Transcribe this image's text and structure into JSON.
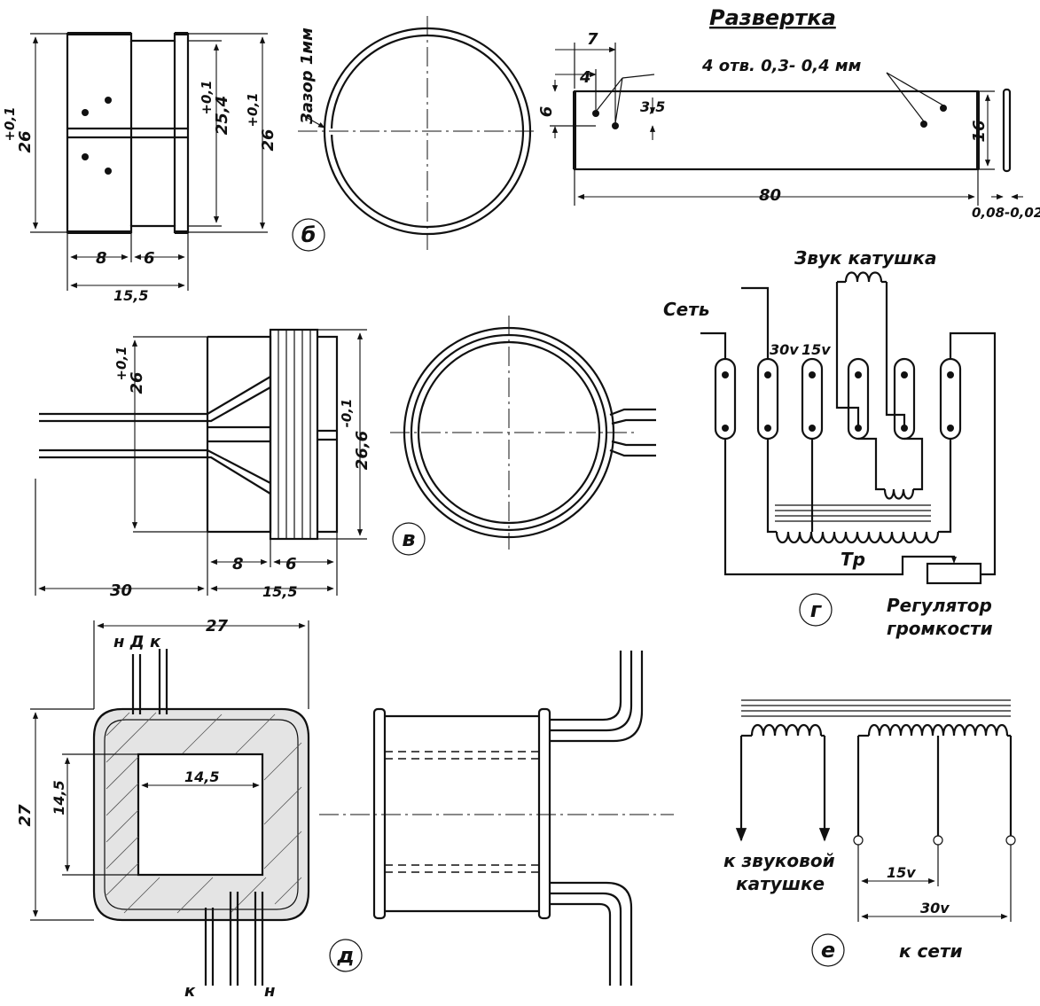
{
  "fig_b": {
    "label": "б",
    "dim_26_left": "26",
    "dim_26_left_tol": "+0,1",
    "dim_254": "25,4",
    "dim_254_tol": "+0,1",
    "dim_26_right": "26",
    "dim_26_right_tol": "+0,1",
    "dim_8": "8",
    "dim_6": "6",
    "dim_155": "15,5",
    "gap": "Зазор 1мм"
  },
  "razvertka": {
    "title": "Развертка",
    "holes": "4 отв. 0,3- 0,4 мм",
    "dim_7": "7",
    "dim_4": "4",
    "dim_6": "6",
    "dim_35": "3,5",
    "dim_16": "16",
    "dim_80": "80",
    "thickness": "0,08-0,02"
  },
  "fig_v": {
    "label": "в",
    "dim_26": "26",
    "dim_26_tol": "+0,1",
    "dim_266": "26,6",
    "dim_266_tol": "-0,1",
    "dim_8": "8",
    "dim_6": "6",
    "dim_30": "30",
    "dim_155": "15,5"
  },
  "fig_g": {
    "label": "г",
    "coil_label": "Звук катушка",
    "mains": "Сеть",
    "tap_30": "30v",
    "tap_15": "15v",
    "transformer": "Тр",
    "volume_line1": "Регулятор",
    "volume_line2": "громкости"
  },
  "fig_d": {
    "label": "д",
    "dim_27_top": "27",
    "dim_27_left": "27",
    "dim_145_h": "14,5",
    "dim_145_v": "14,5",
    "leads_top": "н Д к",
    "lead_k": "к",
    "lead_n": "н"
  },
  "fig_e": {
    "label": "е",
    "to_coil_line1": "к звуковой",
    "to_coil_line2": "катушке",
    "v15": "15v",
    "v30": "30v",
    "to_mains": "к сети"
  }
}
